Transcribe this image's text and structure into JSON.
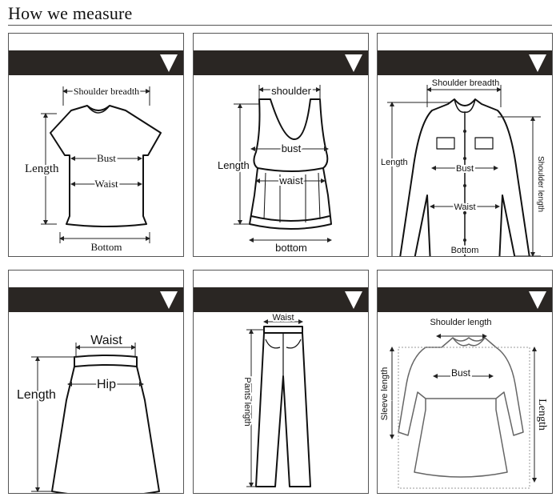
{
  "title": "How we measure",
  "cards": [
    {
      "labels": {
        "shoulder": "Shoulder breadth",
        "length": "Length",
        "bust": "Bust",
        "waist": "Waist",
        "bottom": "Bottom"
      }
    },
    {
      "labels": {
        "shoulder": "shoulder",
        "length": "Length",
        "bust": "bust",
        "waist": "waist",
        "bottom": "bottom"
      }
    },
    {
      "labels": {
        "shoulder": "Shoulder breadth",
        "length": "Length",
        "shoulder_length": "Shoulder length",
        "bust": "Bust",
        "waist": "Waist",
        "bottom": "Bottom"
      }
    },
    {
      "labels": {
        "waist": "Waist",
        "hip": "Hip",
        "length": "Length"
      }
    },
    {
      "labels": {
        "waist": "Waist",
        "pants_length": "Pants length"
      }
    },
    {
      "labels": {
        "shoulder_length": "Shoulder length",
        "bust": "Bust",
        "sleeve_length": "Sleeve length",
        "length": "Length"
      }
    }
  ],
  "icons": {
    "header_marker": "triangle-down-icon"
  }
}
